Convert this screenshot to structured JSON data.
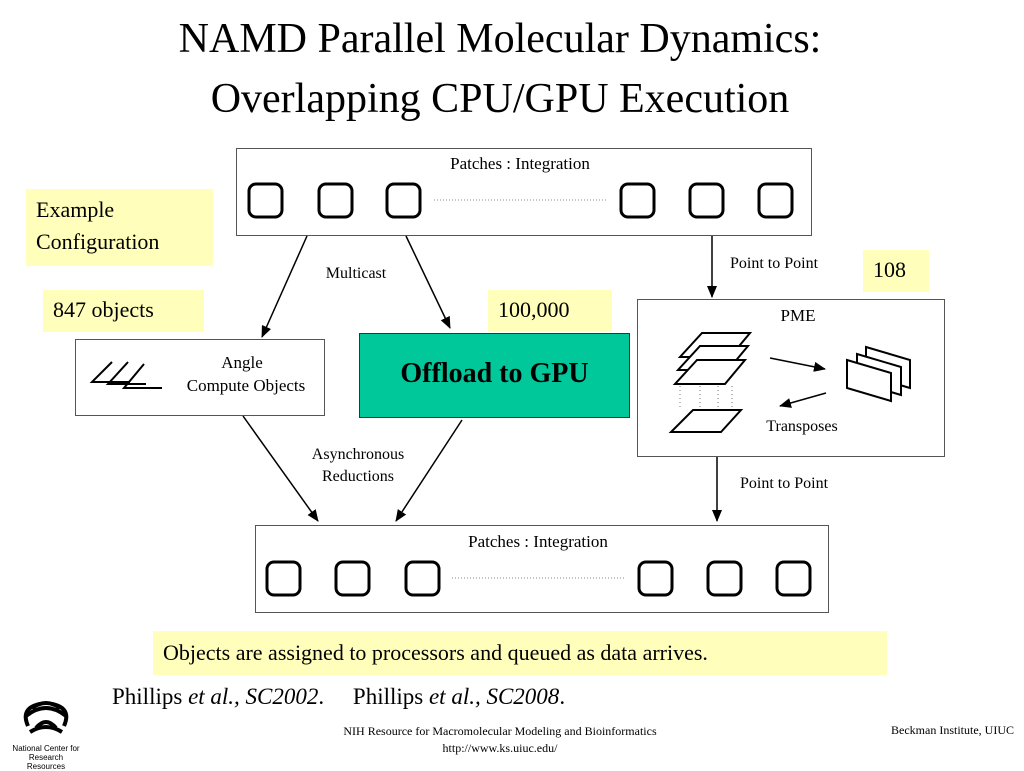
{
  "title": {
    "line1": "NAMD Parallel Molecular Dynamics:",
    "line2": "Overlapping CPU/GPU Execution"
  },
  "diagram": {
    "patches_top_label": "Patches : Integration",
    "patches_bottom_label": "Patches : Integration",
    "multicast_label": "Multicast",
    "point_to_point_top": "Point to Point",
    "point_to_point_bottom": "Point to Point",
    "angle_label_line1": "Angle",
    "angle_label_line2": "Compute Objects",
    "async_line1": "Asynchronous",
    "async_line2": "Reductions",
    "offload_label": "Offload to GPU",
    "pme_label": "PME",
    "transposes_label": "Transposes"
  },
  "notes": {
    "example_line1": "Example",
    "example_line2": "Configuration",
    "objects_count": "847 objects",
    "gpu_count": "100,000",
    "pme_count": "108",
    "assignment": "Objects are assigned to processors and queued as data arrives."
  },
  "citation": {
    "author1": "Phillips",
    "etal1": "et al., SC2002",
    "end1": ".",
    "author2": "Phillips",
    "etal2": "et al., SC2008",
    "end2": "."
  },
  "footer": {
    "logo_line1": "National Center for",
    "logo_line2": "Research Resources",
    "center_line1": "NIH Resource for Macromolecular Modeling and Bioinformatics",
    "center_line2": "http://www.ks.uiuc.edu/",
    "right": "Beckman Institute, UIUC"
  },
  "colors": {
    "gpu_box": "#00c89a",
    "note_background": "#ffffbb"
  }
}
